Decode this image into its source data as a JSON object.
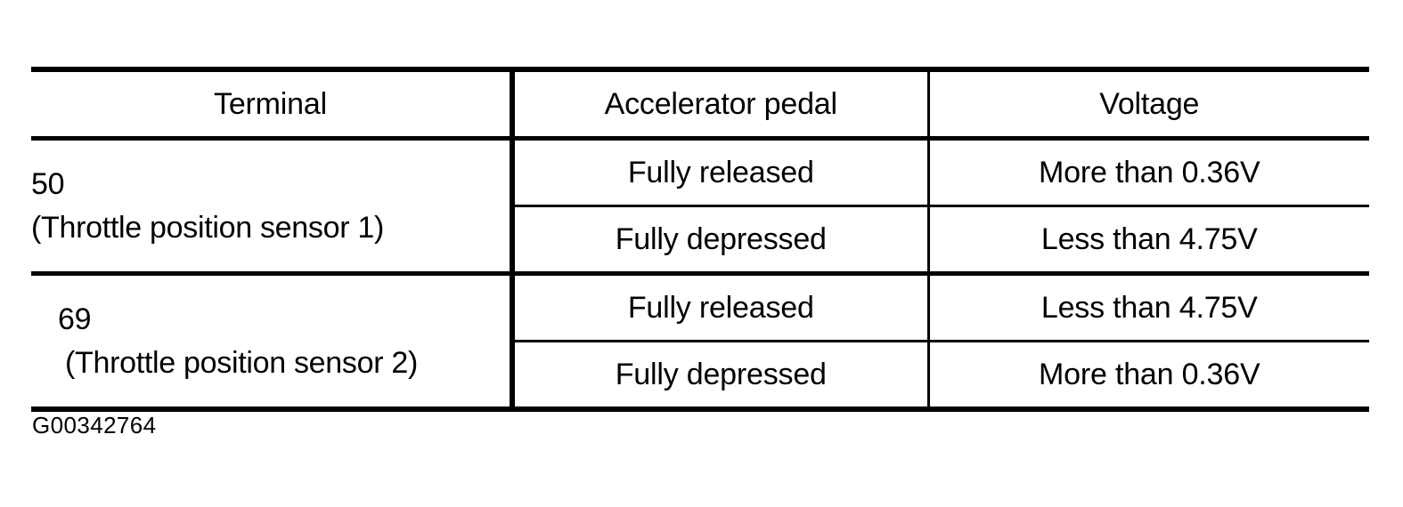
{
  "table": {
    "headers": [
      "Terminal",
      "Accelerator pedal",
      "Voltage"
    ],
    "groups": [
      {
        "terminal_number": "50",
        "terminal_name": "(Throttle position sensor 1)",
        "rows": [
          {
            "pedal": "Fully released",
            "voltage": "More than 0.36V"
          },
          {
            "pedal": "Fully depressed",
            "voltage": "Less than 4.75V"
          }
        ]
      },
      {
        "terminal_number": "69",
        "terminal_name": "(Throttle position sensor 2)",
        "rows": [
          {
            "pedal": "Fully released",
            "voltage": "Less than 4.75V"
          },
          {
            "pedal": "Fully depressed",
            "voltage": "More than 0.36V"
          }
        ]
      }
    ]
  },
  "caption": "G00342764",
  "colors": {
    "ink": "#000000",
    "paper": "#ffffff"
  }
}
